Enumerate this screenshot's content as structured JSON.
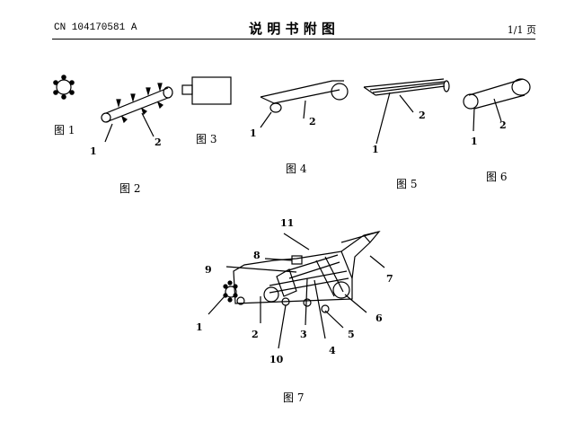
{
  "header": {
    "publication_number": "CN 104170581 A",
    "title": "说 明 书 附 图",
    "page": "1/1 页"
  },
  "figures": [
    {
      "caption": "图 1",
      "labels": []
    },
    {
      "caption": "图 2",
      "labels": [
        "1",
        "2"
      ]
    },
    {
      "caption": "图 3",
      "labels": []
    },
    {
      "caption": "图 4",
      "labels": [
        "1",
        "2"
      ]
    },
    {
      "caption": "图 5",
      "labels": [
        "1",
        "2"
      ]
    },
    {
      "caption": "图 6",
      "labels": [
        "1",
        "2"
      ]
    },
    {
      "caption": "图 7",
      "labels": [
        "1",
        "2",
        "3",
        "4",
        "5",
        "6",
        "7",
        "8",
        "9",
        "10",
        "11"
      ]
    }
  ]
}
